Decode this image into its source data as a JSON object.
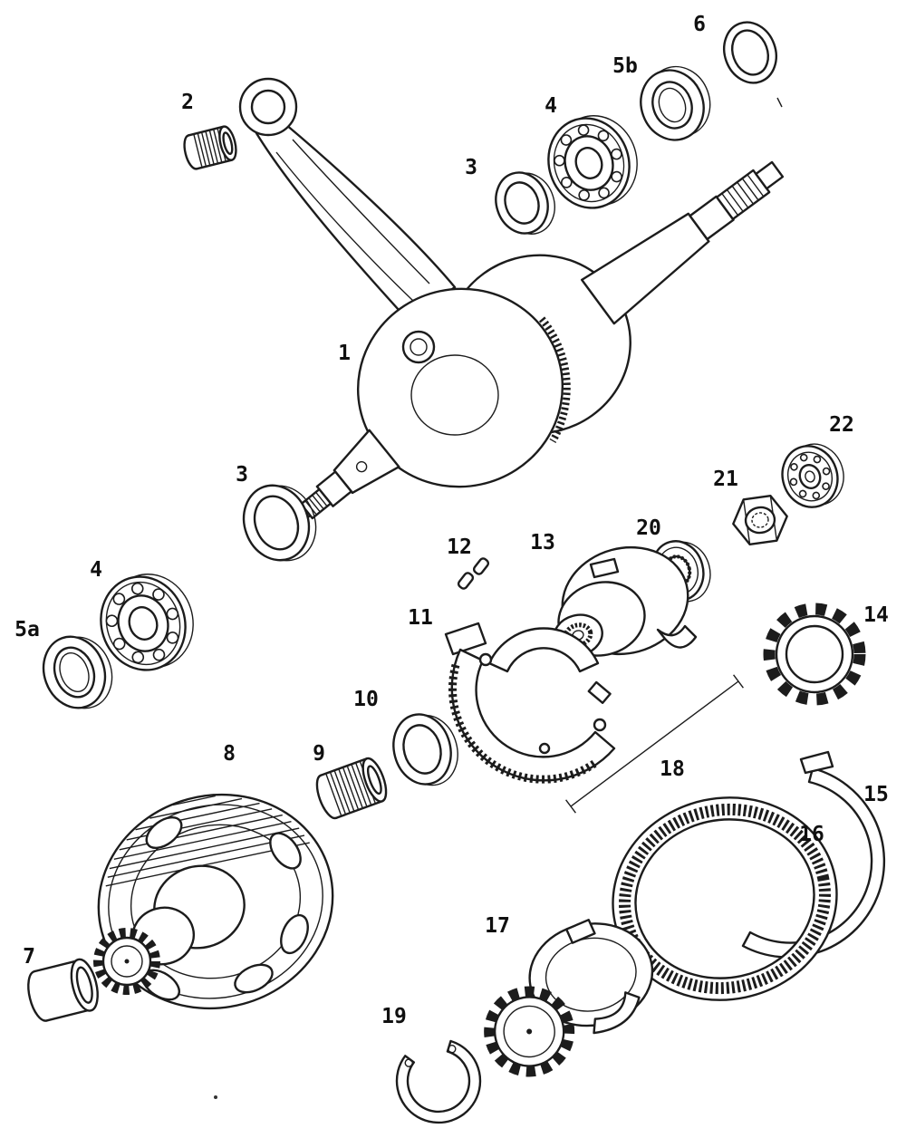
{
  "figure": {
    "type": "exploded-parts-diagram",
    "background": "#ffffff",
    "ink": "#1c1c1c"
  },
  "labels": [
    {
      "text": "2"
    },
    {
      "text": "6"
    },
    {
      "text": "5b"
    },
    {
      "text": "4"
    },
    {
      "text": "3"
    },
    {
      "text": "1"
    },
    {
      "text": "3"
    },
    {
      "text": "22"
    },
    {
      "text": "21"
    },
    {
      "text": "4"
    },
    {
      "text": "5a"
    },
    {
      "text": "12"
    },
    {
      "text": "13"
    },
    {
      "text": "20"
    },
    {
      "text": "11"
    },
    {
      "text": "14"
    },
    {
      "text": "10"
    },
    {
      "text": "8"
    },
    {
      "text": "9"
    },
    {
      "text": "18"
    },
    {
      "text": "15"
    },
    {
      "text": "16"
    },
    {
      "text": "7"
    },
    {
      "text": "17"
    },
    {
      "text": "19"
    }
  ]
}
